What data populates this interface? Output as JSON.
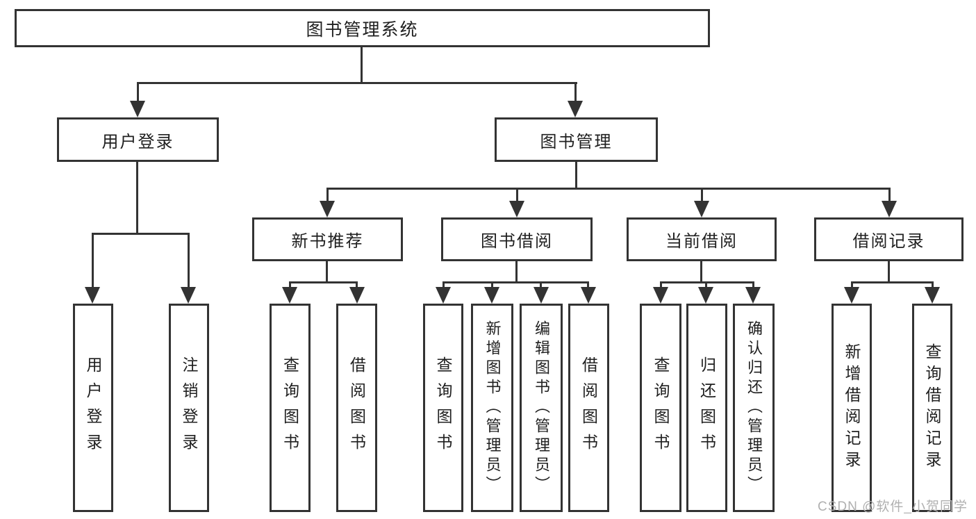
{
  "diagram": {
    "type": "tree",
    "root": {
      "label": "图书管理系统"
    },
    "level2": [
      {
        "label": "用户登录"
      },
      {
        "label": "图书管理"
      }
    ],
    "level3": [
      {
        "label": "新书推荐"
      },
      {
        "label": "图书借阅"
      },
      {
        "label": "当前借阅"
      },
      {
        "label": "借阅记录"
      }
    ],
    "leaves": {
      "user_login": [
        "用户登录",
        "注销登录"
      ],
      "new_book": [
        "查询图书",
        "借阅图书"
      ],
      "book_borrow": [
        "查询图书",
        "新增图书（管理员）",
        "编辑图书（管理员）",
        "借阅图书"
      ],
      "current_borrow": [
        "查询图书",
        "归还图书",
        "确认归还（管理员）"
      ],
      "borrow_records": [
        "新增借阅记录",
        "查询借阅记录"
      ]
    }
  },
  "watermark": {
    "text": "CSDN @软件_小贺同学"
  },
  "colors": {
    "line": "#333333",
    "text": "#1f1f1f",
    "background": "#ffffff",
    "watermark": "#b0b0b0"
  }
}
